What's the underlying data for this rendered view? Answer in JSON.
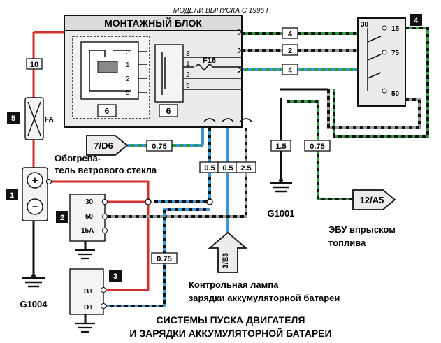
{
  "header": {
    "caption": "МОДЕЛИ ВЫПУСКА С 1996 Г."
  },
  "mounting_block": {
    "title": "МОНТАЖНЫЙ БЛОК",
    "relay_unit_label": "6",
    "fuse_unit_label": "6",
    "fuse_name": "F16",
    "relay_pins": [
      "3",
      "1",
      "2",
      "5"
    ],
    "fuse_pins": [
      "3",
      "1",
      "2",
      "5"
    ]
  },
  "component_numbers": {
    "battery": "1",
    "starter": "2",
    "generator": "3",
    "ignition_relay": "4",
    "fuse_link": "5"
  },
  "fuse_link": {
    "label": "FA"
  },
  "ignition_relay": {
    "pins": [
      "30",
      "15",
      "75",
      "50"
    ]
  },
  "starter": {
    "pins": [
      "30",
      "50",
      "15A"
    ]
  },
  "generator": {
    "pins": [
      "B+",
      "D+"
    ]
  },
  "battery": {
    "plus": "+",
    "minus": "−"
  },
  "wire_sizes": {
    "battery_feed": "10",
    "relay_top": "4",
    "relay_mid": "2",
    "relay_low": "4",
    "to_7d6": "0.75",
    "block_out_1": "0.5",
    "block_out_2": "0.5",
    "block_out_3": "2.5",
    "ground_g1001": "1.5",
    "to_12a5": "0.75",
    "generator_d": "0.75"
  },
  "connectors": {
    "ref_7d6": "7/D6",
    "ref_12a5": "12/A5",
    "ref_3e3": "3/E3"
  },
  "grounds": {
    "g1004": "G1004",
    "g1001": "G1001"
  },
  "captions": {
    "heater_line1": "Обогрева-",
    "heater_line2": "тель ветрового стекла",
    "ecu_line1": "ЭБУ впрыском",
    "ecu_line2": "топлива",
    "lamp_line1": "Контрольная лампа",
    "lamp_line2": "зарядки аккумуляторной батареи",
    "footer_line1": "СИСТЕМЫ ПУСКА ДВИГАТЕЛЯ",
    "footer_line2": "И ЗАРЯДКИ АККУМУЛЯТОРНОЙ БАТАРЕИ"
  },
  "colors": {
    "red": "#d0312d",
    "green": "#2e9a3e",
    "blue": "#3a96d6",
    "gray": "#9a9a9a",
    "black": "#111111"
  }
}
